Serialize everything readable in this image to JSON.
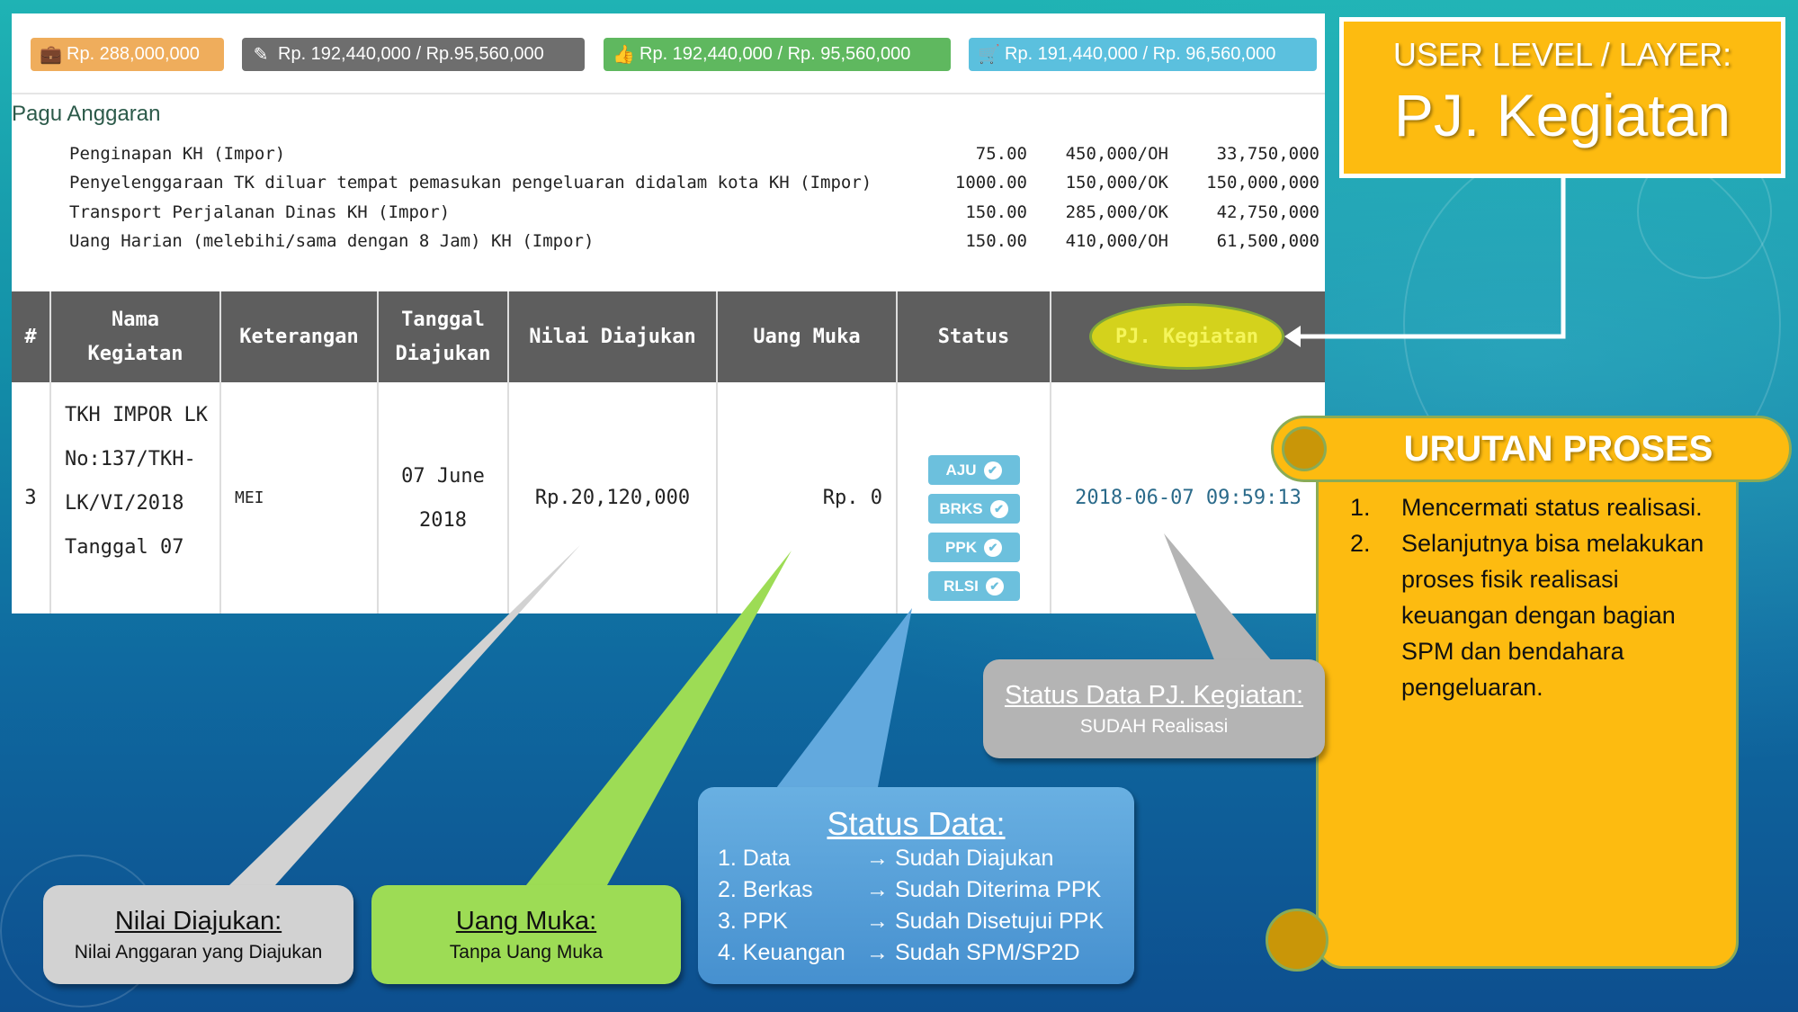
{
  "summary_badges": [
    {
      "icon": "briefcase-icon",
      "text": "Rp. 288,000,000",
      "color": "#efad5c"
    },
    {
      "icon": "edit-icon",
      "text": "Rp. 192,440,000 / Rp.95,560,000",
      "color": "#6e6e6e"
    },
    {
      "icon": "thumbs-up-icon",
      "text": "Rp. 192,440,000 / Rp. 95,560,000",
      "color": "#5fb85f"
    },
    {
      "icon": "cart-icon",
      "text": "Rp. 191,440,000 / Rp. 96,560,000",
      "color": "#5bc0de"
    }
  ],
  "pagu": {
    "title": "Pagu Anggaran",
    "rows": [
      {
        "name": "Penginapan KH (Impor)",
        "qty": "75.00",
        "price": "450,000/OH",
        "total": "33,750,000"
      },
      {
        "name": "Penyelenggaraan TK diluar tempat pemasukan pengeluaran didalam kota KH (Impor)",
        "qty": "1000.00",
        "price": "150,000/OK",
        "total": "150,000,000"
      },
      {
        "name": "Transport Perjalanan Dinas KH (Impor)",
        "qty": "150.00",
        "price": "285,000/OK",
        "total": "42,750,000"
      },
      {
        "name": "Uang Harian (melebihi/sama dengan 8 Jam) KH (Impor)",
        "qty": "150.00",
        "price": "410,000/OH",
        "total": "61,500,000"
      }
    ]
  },
  "table": {
    "headers": [
      "#",
      "Nama Kegiatan",
      "Keterangan",
      "Tanggal Diajukan",
      "Nilai Diajukan",
      "Uang Muka",
      "Status",
      "PJ. Kegiatan"
    ],
    "row": {
      "no": "3",
      "nama": "TKH IMPOR LK No:137/TKH-LK/VI/2018 Tanggal 07",
      "keterangan": "MEI",
      "tanggal": "07 June 2018",
      "nilai": "Rp.20,120,000",
      "uang_muka": "Rp. 0",
      "status": [
        "AJU",
        "BRKS",
        "PPK",
        "RLSI"
      ],
      "pj": "2018-06-07 09:59:13"
    }
  },
  "title_box": {
    "line1": "USER LEVEL / LAYER:",
    "line2": "PJ. Kegiatan"
  },
  "urutan": {
    "title": "URUTAN PROSES",
    "steps": [
      {
        "num": "1.",
        "text": "Mencermati status realisasi."
      },
      {
        "num": "2.",
        "text": "Selanjutnya bisa melakukan proses fisik realisasi keuangan dengan bagian SPM dan bendahara pengeluaran."
      }
    ]
  },
  "callouts": {
    "nilai": {
      "title": "Nilai Diajukan:",
      "text": "Nilai Anggaran yang Diajukan"
    },
    "uang_muka": {
      "title": "Uang Muka:",
      "text": "Tanpa Uang Muka"
    },
    "status_pj": {
      "title": "Status Data PJ. Kegiatan:",
      "text": "SUDAH Realisasi"
    },
    "status_data": {
      "title": "Status Data:",
      "rows": [
        {
          "k": "1. Data",
          "v": "→ Sudah Diajukan"
        },
        {
          "k": "2. Berkas",
          "v": "→ Sudah Diterima PPK"
        },
        {
          "k": "3. PPK",
          "v": "→ Sudah Disetujui PPK"
        },
        {
          "k": "4. Keuangan",
          "v": "→ Sudah SPM/SP2D"
        }
      ]
    }
  }
}
